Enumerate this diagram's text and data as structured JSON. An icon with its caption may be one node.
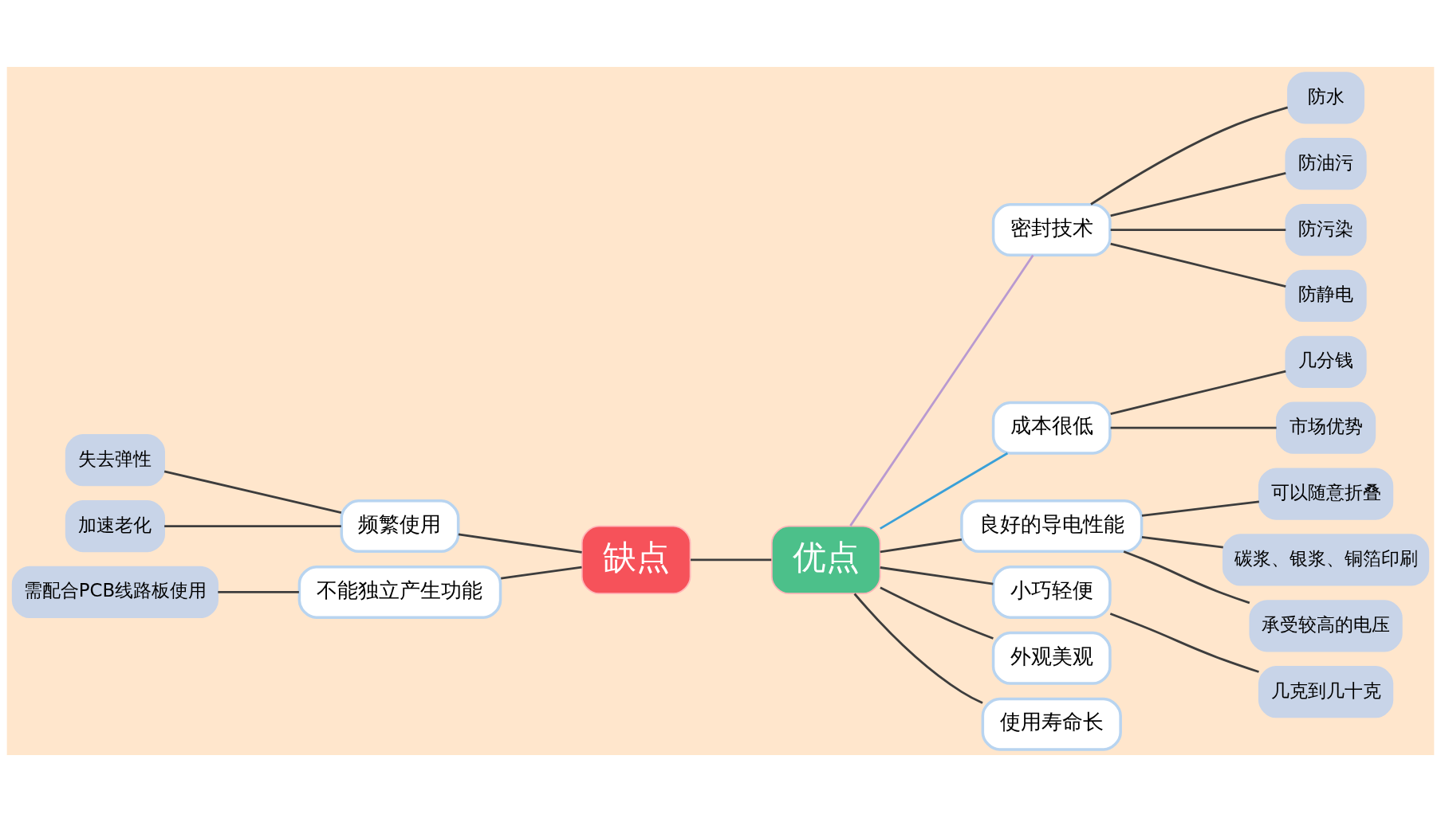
{
  "diagram": {
    "nodes": [
      {
        "text": [
          "缺点"
        ]
      },
      {
        "text": [
          "优点"
        ]
      },
      {
        "text": [
          "频繁使用"
        ]
      },
      {
        "text": [
          "失去弹性"
        ]
      },
      {
        "text": [
          "加速老化"
        ]
      },
      {
        "text": [
          "不能独立产生功能"
        ]
      },
      {
        "text": [
          "需配合PCB线路板使用"
        ]
      },
      {
        "text": [
          "密封技术"
        ]
      },
      {
        "text": [
          "防水"
        ]
      },
      {
        "text": [
          "防油污"
        ]
      },
      {
        "text": [
          "防污染"
        ]
      },
      {
        "text": [
          "防静电"
        ]
      },
      {
        "text": [
          "成本很低"
        ]
      },
      {
        "text": [
          "几分钱"
        ]
      },
      {
        "text": [
          "市场优势"
        ]
      },
      {
        "text": [
          "良好的导电性能"
        ]
      },
      {
        "text": [
          "可以随意折叠"
        ]
      },
      {
        "text": [
          "碳浆、银浆、铜箔印刷"
        ]
      },
      {
        "text": [
          "承受较高的电压"
        ]
      },
      {
        "text": [
          "小巧轻便"
        ]
      },
      {
        "text": [
          "几克到几十克"
        ]
      },
      {
        "text": [
          "外观美观"
        ]
      },
      {
        "text": [
          "使用寿命长"
        ]
      }
    ],
    "edges": [
      {
        "from": 0,
        "to": 1,
        "arrow": "none"
      },
      {
        "from": 2,
        "to": 0,
        "arrow": "none"
      },
      {
        "from": 3,
        "to": 2,
        "arrow": "none"
      },
      {
        "from": 4,
        "to": 2,
        "arrow": "none"
      },
      {
        "from": 5,
        "to": 0,
        "arrow": "none"
      },
      {
        "from": 6,
        "to": 5,
        "arrow": "none"
      },
      {
        "from": 1,
        "to": 7,
        "arrow": "none",
        "color": "#b99ad0"
      },
      {
        "from": 7,
        "to": 8,
        "arrow": "none"
      },
      {
        "from": 7,
        "to": 9,
        "arrow": "none"
      },
      {
        "from": 7,
        "to": 10,
        "arrow": "none"
      },
      {
        "from": 7,
        "to": 11,
        "arrow": "none"
      },
      {
        "from": 1,
        "to": 12,
        "arrow": "none",
        "color": "#3aa0d8"
      },
      {
        "from": 12,
        "to": 13,
        "arrow": "none"
      },
      {
        "from": 12,
        "to": 14,
        "arrow": "none"
      },
      {
        "from": 1,
        "to": 15,
        "arrow": "none"
      },
      {
        "from": 15,
        "to": 16,
        "arrow": "none"
      },
      {
        "from": 15,
        "to": 17,
        "arrow": "none"
      },
      {
        "from": 15,
        "to": 18,
        "arrow": "none"
      },
      {
        "from": 1,
        "to": 19,
        "arrow": "none"
      },
      {
        "from": 19,
        "to": 20,
        "arrow": "none"
      },
      {
        "from": 1,
        "to": 21,
        "arrow": "none"
      },
      {
        "from": 1,
        "to": 22,
        "arrow": "none"
      }
    ]
  }
}
